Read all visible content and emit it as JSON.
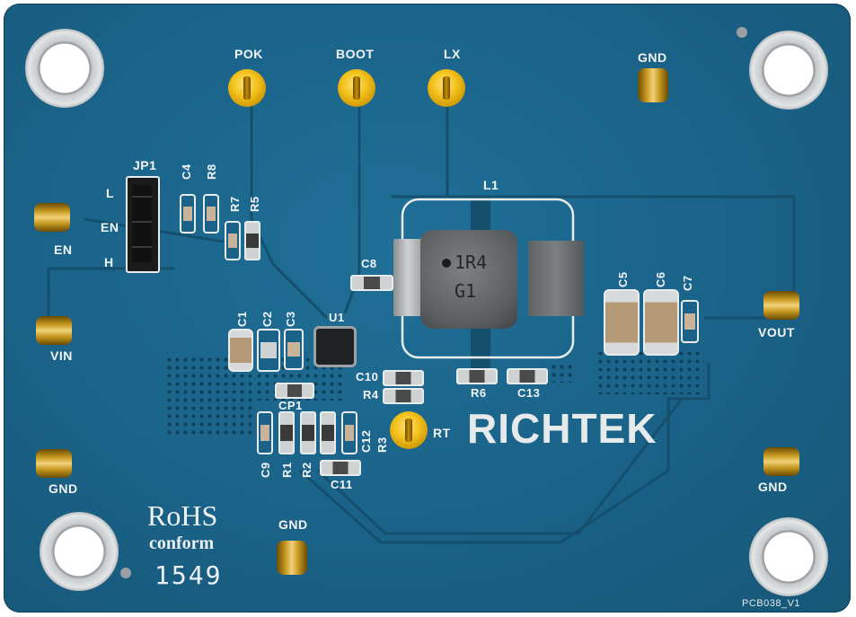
{
  "board": {
    "brand": "RICHTEK",
    "rohs": "RoHS",
    "conform": "conform",
    "date_code": "1549",
    "pcb_id": "PCB038_V1"
  },
  "testpoints": {
    "pok": "POK",
    "boot": "BOOT",
    "lx": "LX",
    "gnd_top": "GND",
    "en": "EN",
    "vin": "VIN",
    "gnd_left": "GND",
    "gnd_bottom": "GND",
    "vout": "VOUT",
    "gnd_right": "GND",
    "rt": "RT"
  },
  "jumper": {
    "name": "JP1",
    "l": "L",
    "en": "EN",
    "h": "H"
  },
  "refdes": {
    "c4": "C4",
    "r8": "R8",
    "r7": "R7",
    "r5": "R5",
    "l1": "L1",
    "c8": "C8",
    "c1": "C1",
    "c2": "C2",
    "c3": "C3",
    "u1": "U1",
    "cp1": "CP1",
    "c10": "C10",
    "r4": "R4",
    "r6": "R6",
    "c13": "C13",
    "c5": "C5",
    "c6": "C6",
    "c7": "C7",
    "c9": "C9",
    "r1": "R1",
    "r2": "R2",
    "c12": "C12",
    "r3": "R3",
    "c11": "C11"
  },
  "inductor_marking": {
    "line1": "1R4",
    "line2": "G1"
  },
  "colors": {
    "solder_mask": "#1a6288",
    "silkscreen": "#f2f4f5",
    "gold": "#f3c21b"
  }
}
